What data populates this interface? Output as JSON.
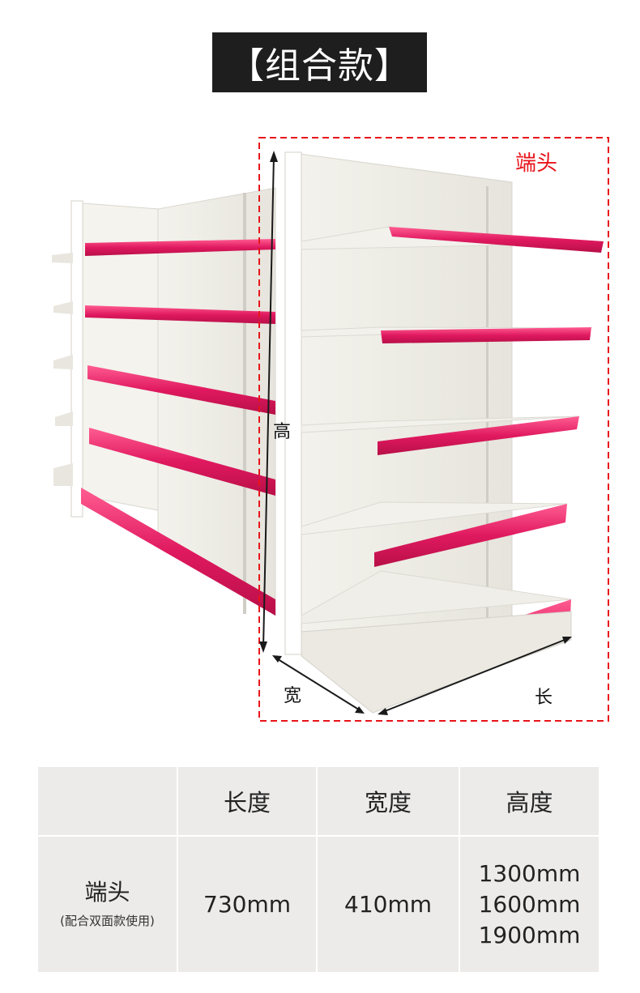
{
  "title": "【组合款】",
  "figure": {
    "callout_label": "端头",
    "dim_height": "高",
    "dim_width": "宽",
    "dim_length": "长",
    "accent_color": "#e0195f",
    "dash_color": "#e8141b"
  },
  "table": {
    "headers": [
      "",
      "长度",
      "宽度",
      "高度"
    ],
    "row": {
      "name": "端头",
      "note": "(配合双面款使用)",
      "length": "730mm",
      "width": "410mm",
      "heights": [
        "1300mm",
        "1600mm",
        "1900mm"
      ]
    }
  }
}
